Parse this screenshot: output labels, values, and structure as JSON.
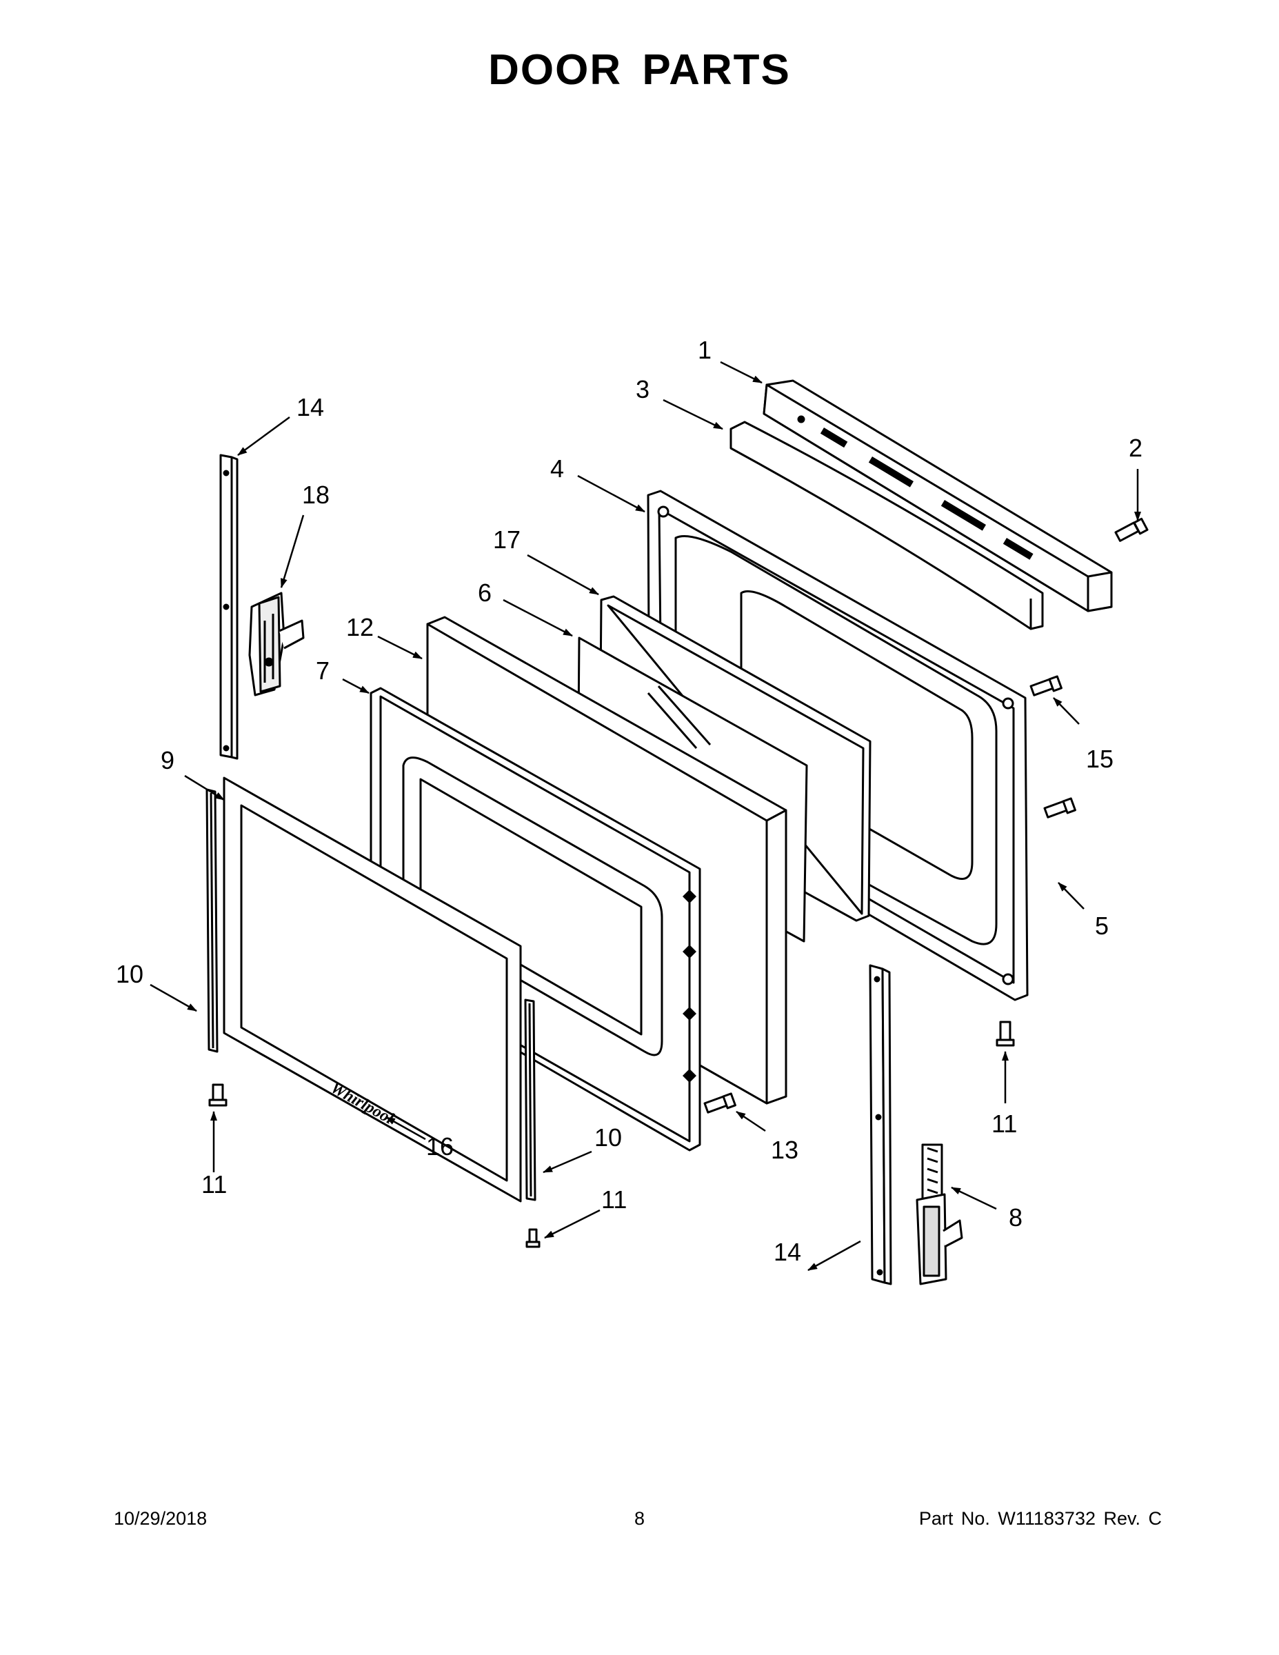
{
  "title": "DOOR PARTS",
  "callouts": {
    "c1": "1",
    "c2": "2",
    "c3": "3",
    "c4": "4",
    "c5": "5",
    "c6": "6",
    "c7": "7",
    "c8": "8",
    "c9": "9",
    "c10a": "10",
    "c10b": "10",
    "c11a": "11",
    "c11b": "11",
    "c11c": "11",
    "c12": "12",
    "c13": "13",
    "c14a": "14",
    "c14b": "14",
    "c15": "15",
    "c16": "16",
    "c17": "17",
    "c18": "18"
  },
  "logo_text": "Whirlpool",
  "footer": {
    "date": "10/29/2018",
    "page": "8",
    "part": "Part No.  W11183732  Rev.  C"
  }
}
